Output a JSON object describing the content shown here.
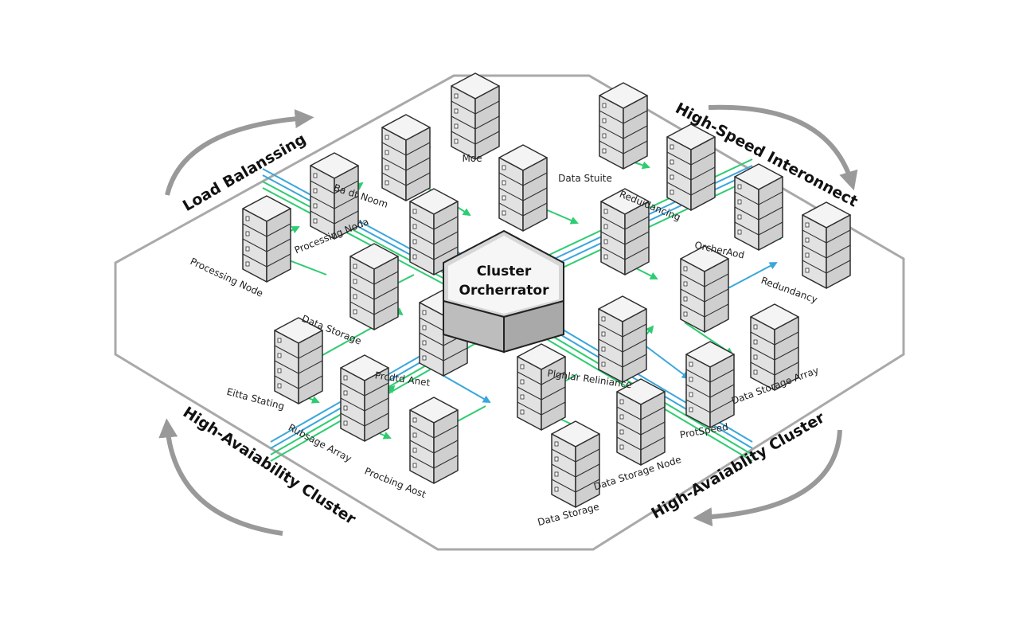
{
  "diagram": {
    "orchestrator": {
      "line1": "Cluster",
      "line2": "Orcherrator"
    },
    "corners": {
      "top_left": "Load Balanssing",
      "top_right": "High-Speed Interonnect",
      "bottom_left": "High-Avaiability Cluster",
      "bottom_right": "High-Avaiablity Cluster"
    },
    "node_labels": [
      "Moe",
      "Ba dt Noom",
      "Processing Noda",
      "Processing Node",
      "Data Storage",
      "Data Stuite",
      "Reduidancing",
      "OrcherAod",
      "Redundancy",
      "Prcdtd Anet",
      "Plgnlar Reliniance",
      "Eitta Stating",
      "Rubsage Array",
      "Procbing Aost",
      "Data Storage Node",
      "Data Storage",
      "ProtSpeed",
      "Data Storage Array"
    ],
    "colors": {
      "frame": "#a9a9a9",
      "arrow_gray": "#999999",
      "link_green": "#2ecc71",
      "link_blue": "#3aa6dc",
      "server_face": "#e2e2e2",
      "server_outline": "#2f2f2f"
    }
  }
}
